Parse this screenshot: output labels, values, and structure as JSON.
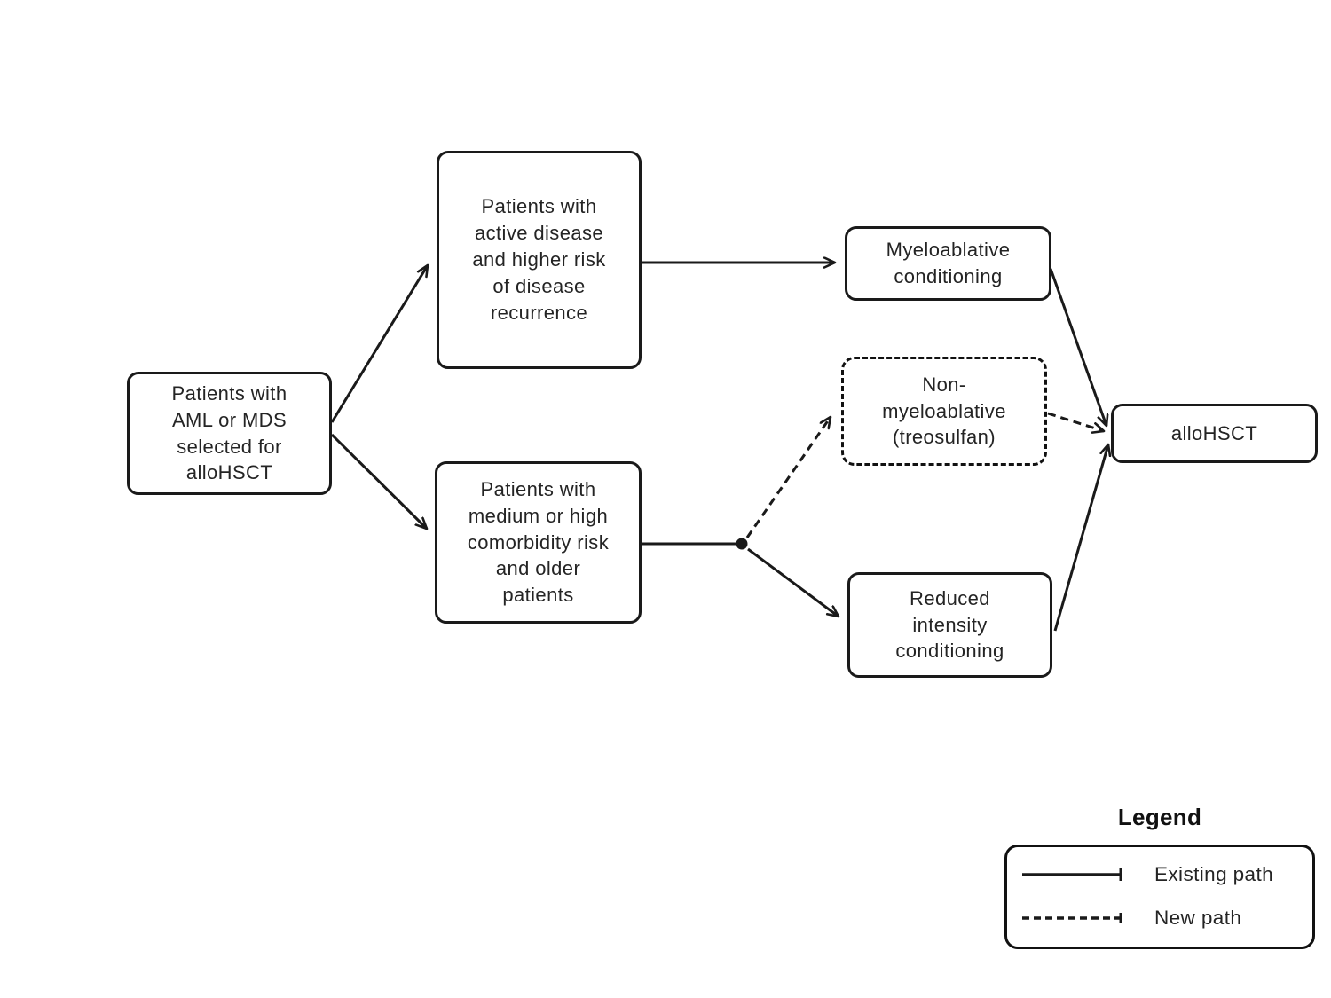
{
  "page": {
    "background": "#ffffff"
  },
  "diagram": {
    "type": "flowchart",
    "colors": {
      "line": "#1a1a1a",
      "border": "#1a1a1a",
      "text": "#242424",
      "background": "#ffffff"
    },
    "nodes": {
      "source": {
        "lines": [
          "Patients with",
          "AML or MDS",
          "selected for",
          "alloHSCT"
        ],
        "border": "solid"
      },
      "active_disease": {
        "lines": [
          "Patients with",
          "active disease",
          "and higher risk",
          "of disease",
          "recurrence"
        ],
        "border": "solid"
      },
      "comorbidity": {
        "lines": [
          "Patients with",
          "medium or high",
          "comorbidity risk",
          "and older",
          "patients"
        ],
        "border": "solid"
      },
      "myeloablative": {
        "lines": [
          "Myeloablative",
          "conditioning"
        ],
        "border": "solid"
      },
      "non_myeloablative": {
        "lines": [
          "Non-",
          "myeloablative",
          "(treosulfan)"
        ],
        "border": "dashed"
      },
      "reduced_intensity": {
        "lines": [
          "Reduced",
          "intensity",
          "conditioning"
        ],
        "border": "solid"
      },
      "allohsct": {
        "label": "alloHSCT",
        "border": "solid"
      }
    },
    "edges": [
      {
        "from": "source",
        "to": "active_disease",
        "path": "existing"
      },
      {
        "from": "source",
        "to": "comorbidity",
        "path": "existing"
      },
      {
        "from": "active_disease",
        "to": "myeloablative",
        "path": "existing"
      },
      {
        "from": "comorbidity",
        "to": "junction",
        "path": "existing"
      },
      {
        "from": "junction",
        "to": "non_myeloablative",
        "path": "new"
      },
      {
        "from": "junction",
        "to": "reduced_intensity",
        "path": "existing"
      },
      {
        "from": "myeloablative",
        "to": "allohsct",
        "path": "existing"
      },
      {
        "from": "non_myeloablative",
        "to": "allohsct",
        "path": "new"
      },
      {
        "from": "reduced_intensity",
        "to": "allohsct",
        "path": "existing"
      }
    ],
    "legend": {
      "title": "Legend",
      "items": [
        {
          "label": "Existing path",
          "style": "solid"
        },
        {
          "label": "New path",
          "style": "dashed"
        }
      ]
    }
  }
}
